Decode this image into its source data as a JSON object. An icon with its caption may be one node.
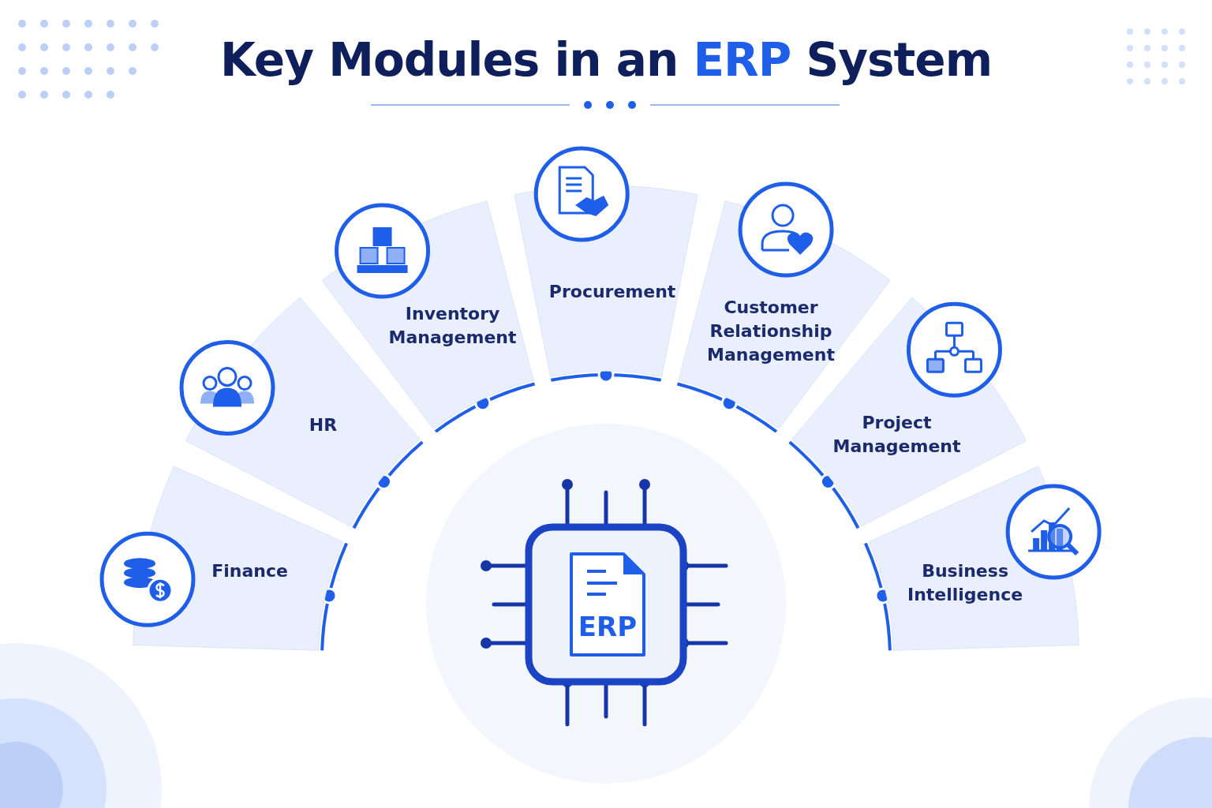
{
  "diagram": {
    "title": "Key Modules in an **ERP** System",
    "nodes": [
      {
        "text": [
          "Finance"
        ]
      },
      {
        "text": [
          "HR"
        ]
      },
      {
        "text": [
          "Inventory Management"
        ]
      },
      {
        "text": [
          "Procurement"
        ]
      },
      {
        "text": [
          "Customer Relationship Management"
        ]
      },
      {
        "text": [
          "Project Management"
        ]
      },
      {
        "text": [
          "Business Intelligence"
        ]
      },
      {
        "text": [
          "ERP"
        ]
      }
    ]
  }
}
